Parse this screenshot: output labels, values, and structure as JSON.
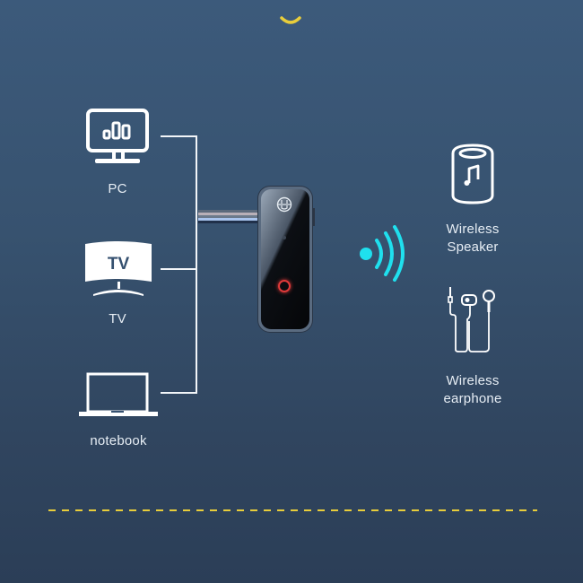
{
  "diagram": {
    "top_accent_icon": "smile-arc-icon",
    "sources": [
      {
        "label": "PC",
        "icon": "monitor-chart-icon"
      },
      {
        "label": "TV",
        "icon": "curved-tv-icon",
        "icon_text": "TV"
      },
      {
        "label": "notebook",
        "icon": "laptop-icon"
      }
    ],
    "device": {
      "icon": "bluetooth-adapter-icon",
      "logo": "brand-logo-icon",
      "button": "power-button-icon"
    },
    "signal_icon": "wireless-signal-icon",
    "targets": [
      {
        "label_line1": "Wireless",
        "label_line2": "Speaker",
        "icon": "speaker-music-icon"
      },
      {
        "label_line1": "Wireless",
        "label_line2": "earphone",
        "icon": "earphones-icon"
      }
    ],
    "colors": {
      "background_top": "#3c5a7b",
      "background_bottom": "#2b3e57",
      "accent_yellow": "#e8cd3b",
      "signal_cyan": "#1fe0ee",
      "line_white": "#f2f5f8",
      "power_red": "#e03a3a"
    }
  }
}
